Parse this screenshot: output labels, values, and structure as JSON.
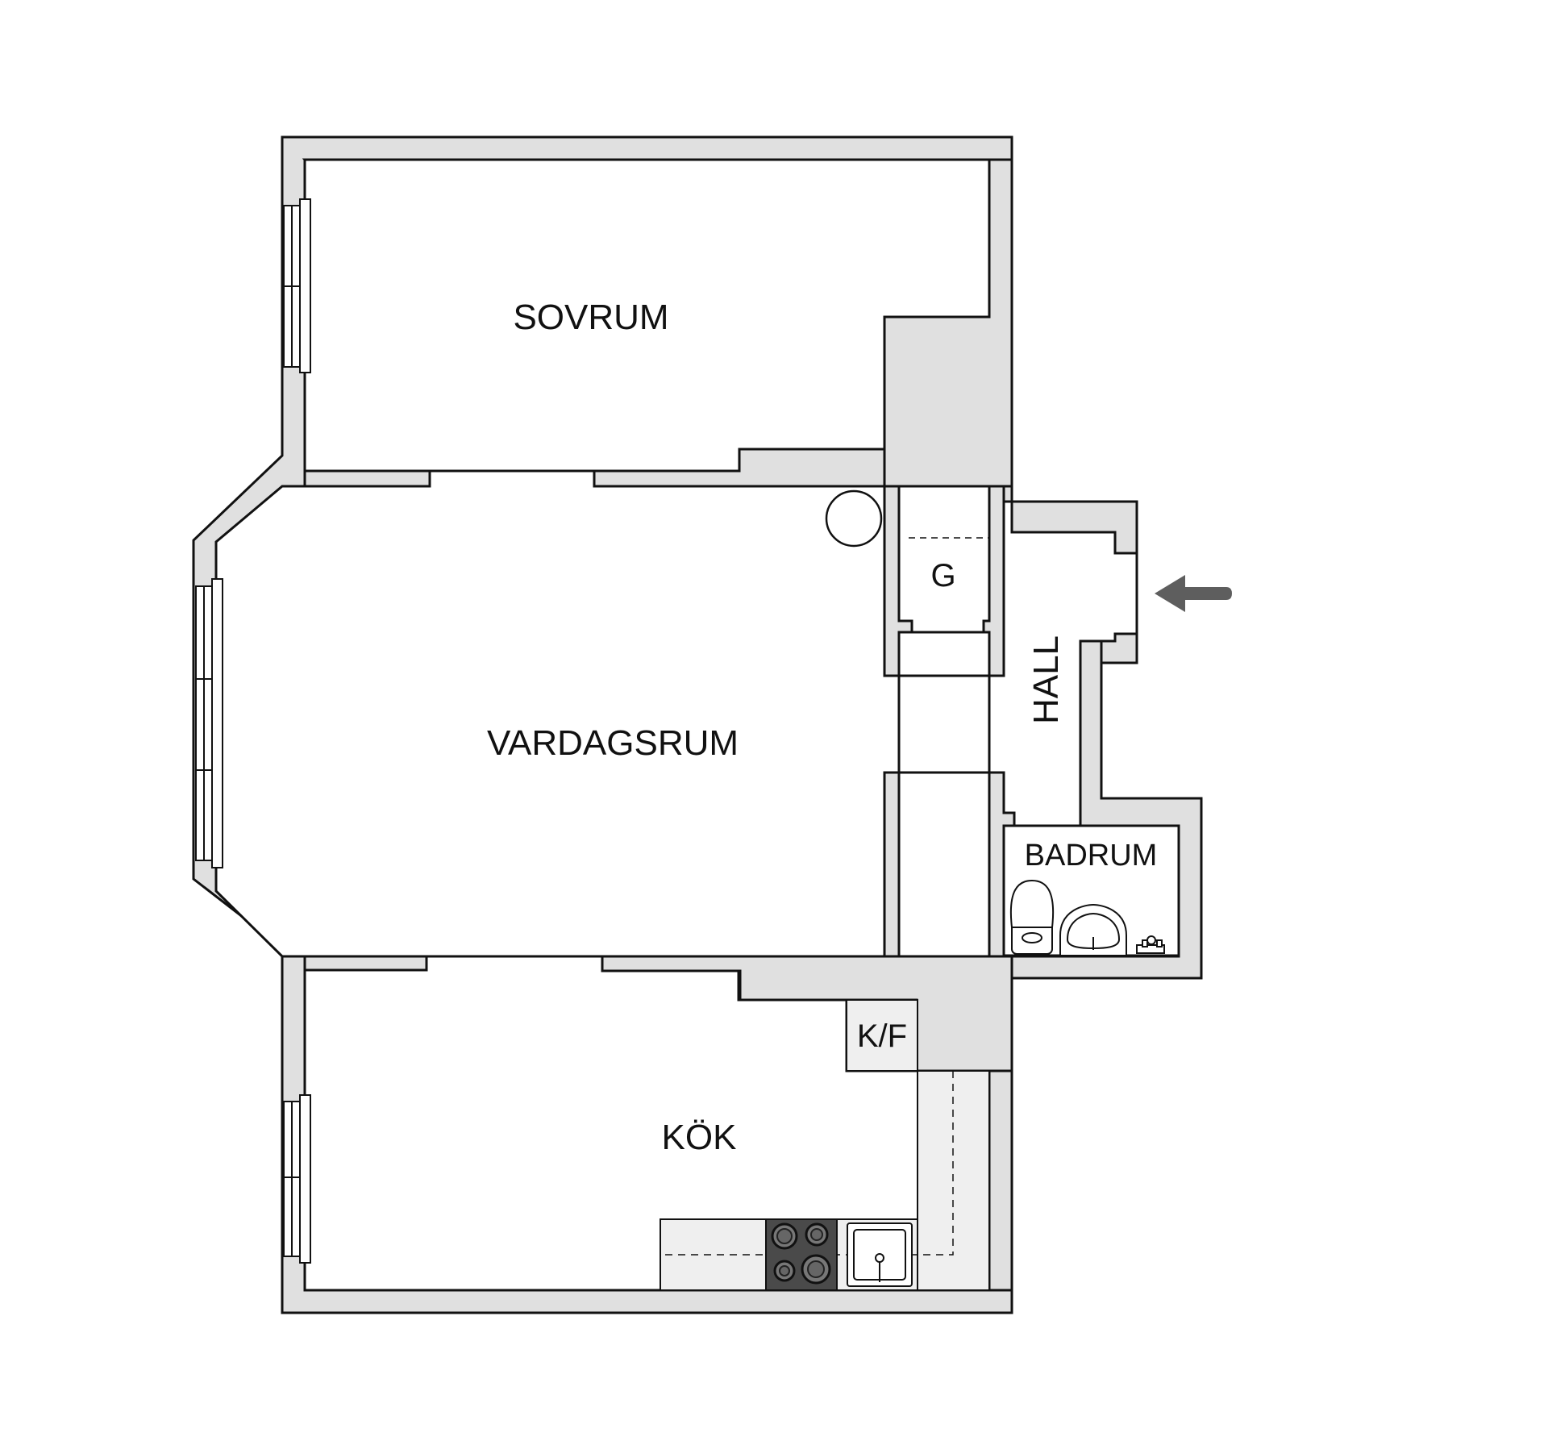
{
  "rooms": {
    "sovrum": "SOVRUM",
    "vardagsrum": "VARDAGSRUM",
    "kok": "KÖK",
    "hall": "HALL",
    "badrum": "BADRUM",
    "garderob": "G",
    "kyl_frys": "K/F"
  },
  "colors": {
    "wall_fill": "#e0e0e0",
    "wall_stroke": "#111111",
    "arrow": "#5e5e5e",
    "stove": "#4a4a4a",
    "counter": "#efefef"
  },
  "icons": {
    "entrance": "entrance-arrow-icon",
    "stove": "stove-icon",
    "sink": "kitchen-sink-icon",
    "toilet": "toilet-icon",
    "washbasin": "washbasin-icon",
    "faucet": "faucet-icon",
    "chimney": "round-stove-icon",
    "window": "window-icon"
  }
}
